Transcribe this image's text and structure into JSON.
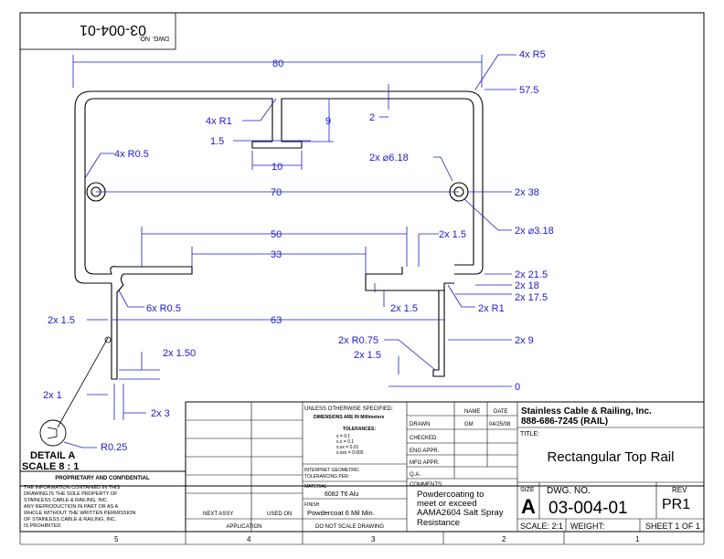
{
  "drawing": {
    "dwg_no_rotated": "03-004-01",
    "dwg_no_label_rotated": "DWG. NO.",
    "zone_numbers": [
      "5",
      "4",
      "3",
      "2",
      "1"
    ]
  },
  "dimensions": {
    "overall_width": "80",
    "corner_radius": "4x R5",
    "height_top": "57.5",
    "radius_r1_top": "4x R1",
    "nine": "9",
    "two": "2",
    "one_five_left": "1.5",
    "ten": "10",
    "radius_r05": "4x R0.5",
    "hole_large": "2x ⌀6.18",
    "seventy": "70",
    "thirty_eight": "2x 38",
    "hole_small": "2x ⌀3.18",
    "fifty": "50",
    "one_five_right": "2x 1.5",
    "thirty_three": "33",
    "twenty_one_five": "2x 21.5",
    "eighteen": "2x 18",
    "seventeen_five": "2x 17.5",
    "one_five_mid": "2x 1.5",
    "radius_r1_mid": "2x R1",
    "radius_6x": "6x R0.5",
    "one_five_leg": "2x 1.5",
    "sixty_three": "63",
    "nine_leg": "2x 9",
    "radius_r075": "2x R0.75",
    "one_five_foot": "2x 1.5",
    "zero": "0",
    "one_fifty": "2x 1.50",
    "one": "2x 1",
    "three": "2x 3",
    "radius_r025": "R0.25"
  },
  "detail": {
    "title": "DETAIL A",
    "scale": "SCALE 8 : 1"
  },
  "title_block": {
    "unless": "UNLESS OTHERWISE SPECIFIED:",
    "dims_in": "DIMENSIONS ARE IN Millimeters",
    "tolerances": "TOLERANCES:",
    "tol_lines": [
      "x =   0.1",
      "x.x =   0.1",
      "x.xx =   0.01",
      "x.xxx =   0.005"
    ],
    "interpret": "INTERPRET GEOMETRIC",
    "tol_per": "TOLERANCING PER:",
    "material_label": "MATERIAL",
    "material": "6082 T6 Alu",
    "finish_label": "FINISH",
    "finish": "Powdercoat 6 Mil Min.",
    "do_not_scale": "DO NOT SCALE DRAWING",
    "next_assy": "NEXT ASSY",
    "used_on": "USED ON",
    "application": "APPLICATION",
    "col_name": "NAME",
    "col_date": "DATE",
    "drawn": "DRAWN",
    "drawn_name": "GM",
    "drawn_date": "04/25/08",
    "checked": "CHECKED",
    "eng_appr": "ENG APPR.",
    "mfg_appr": "MFG APPR.",
    "qa": "Q.A.",
    "comments": "COMMENTS:",
    "comment_text": [
      "Powdercoating to",
      "meet or exceed",
      "AAMA2604 Salt Spray",
      "Resistance"
    ],
    "company": "Stainless Cable & Railing, Inc.",
    "phone": "888-686-7245 (RAIL)",
    "title_label": "TITLE:",
    "title": "Rectangular Top Rail",
    "size_label": "SIZE",
    "size": "A",
    "dwgno_label": "DWG.  NO.",
    "dwgno": "03-004-01",
    "rev_label": "REV",
    "rev": "PR1",
    "scale": "SCALE: 2:1",
    "weight": "WEIGHT:",
    "sheet": "SHEET 1 OF 1",
    "proprietary_title": "PROPRIETARY AND CONFIDENTIAL",
    "proprietary_text": [
      "THE INFORMATION CONTAINED IN THIS",
      "DRAWING IS THE SOLE PROPERTY OF",
      "STAINLESS CABLE & RAILING, INC.",
      "ANY REPRODUCTION IN PART OR AS A",
      "WHOLE WITHOUT THE WRITTEN PERMISSION",
      "OF STAINLESS CABLE & RAILING, INC.",
      "IS PROHIBITED."
    ]
  }
}
